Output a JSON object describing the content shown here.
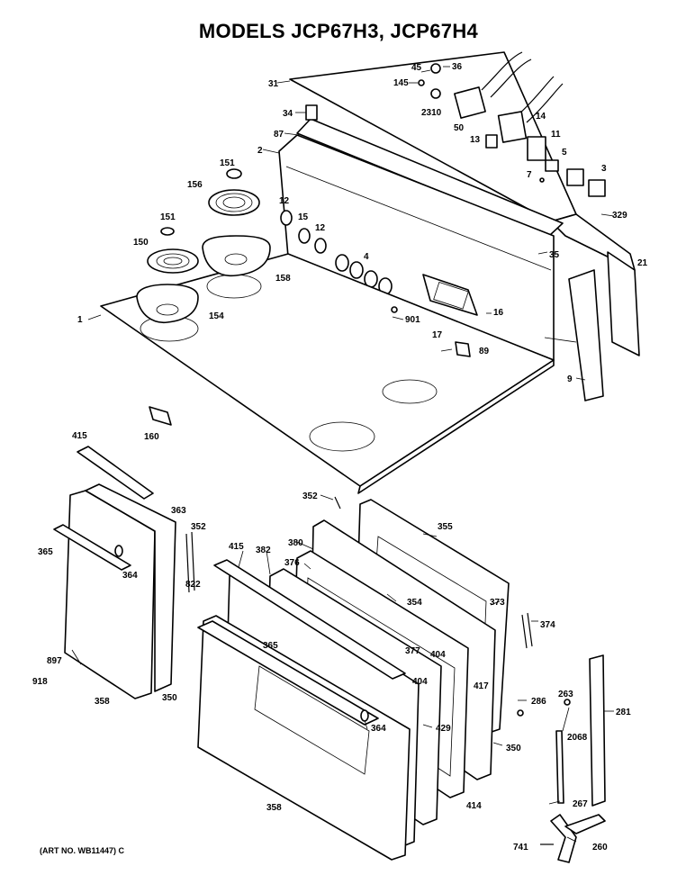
{
  "title": "MODELS JCP67H3, JCP67H4",
  "art_number": "(ART NO. WB11447) C",
  "part_labels": {
    "p31": "31",
    "p45": "45",
    "p36": "36",
    "p145": "145",
    "p2310": "2310",
    "p50": "50",
    "p14": "14",
    "p11": "11",
    "p13": "13",
    "p5": "5",
    "p7": "7",
    "p3": "3",
    "p34": "34",
    "p87": "87",
    "p2": "2",
    "p329": "329",
    "p151a": "151",
    "p156": "156",
    "p12a": "12",
    "p15": "15",
    "p12b": "12",
    "p4": "4",
    "p35": "35",
    "p21": "21",
    "p151b": "151",
    "p150": "150",
    "p158": "158",
    "p16": "16",
    "p1": "1",
    "p154": "154",
    "p901": "901",
    "p17": "17",
    "p89": "89",
    "p9": "9",
    "p160": "160",
    "p415a": "415",
    "p363": "363",
    "p352a": "352",
    "p365a": "365",
    "p364a": "364",
    "p822": "822",
    "p897": "897",
    "p918": "918",
    "p358a": "358",
    "p350a": "350",
    "p352b": "352",
    "p355": "355",
    "p415b": "415",
    "p382": "382",
    "p380": "380",
    "p376": "376",
    "p354": "354",
    "p373": "373",
    "p374": "374",
    "p365b": "365",
    "p377": "377",
    "p404a": "404",
    "p404b": "404",
    "p417": "417",
    "p286": "286",
    "p263": "263",
    "p281": "281",
    "p364b": "364",
    "p429": "429",
    "p2068": "2068",
    "p350b": "350",
    "p358b": "358",
    "p414": "414",
    "p267": "267",
    "p741": "741",
    "p260": "260"
  }
}
